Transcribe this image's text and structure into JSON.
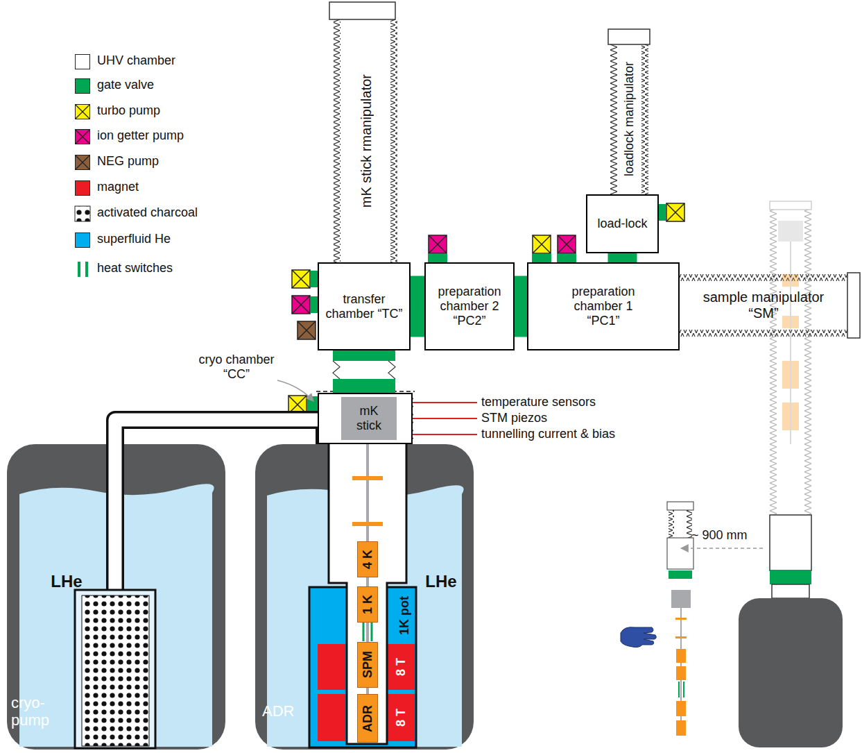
{
  "diagram": {
    "nodes": [
      {
        "text": [
          "mK stick rmanipulator"
        ]
      },
      {
        "text": [
          "loadlock manipulator"
        ]
      },
      {
        "text": [
          "load-lock"
        ]
      },
      {
        "text": [
          "transfer chamber “TC”"
        ]
      },
      {
        "text": [
          "preparation chamber 2 “PC2”"
        ]
      },
      {
        "text": [
          "preparation chamber 1 “PC1”"
        ]
      },
      {
        "text": [
          "sample manipulator “SM”"
        ]
      },
      {
        "text": [
          "cryo chamber “CC”"
        ]
      },
      {
        "text": [
          "mK stick"
        ],
        "in": 7
      },
      {
        "text": [
          "LHe",
          "cryo-pump"
        ]
      },
      {
        "text": [
          "LHe",
          "ADR"
        ]
      },
      {
        "text": [
          "4 K"
        ],
        "in": 10
      },
      {
        "text": [
          "1 K"
        ],
        "in": 10
      },
      {
        "text": [
          "SPM"
        ],
        "in": 10
      },
      {
        "text": [
          "ADR"
        ],
        "in": 10
      },
      {
        "text": [
          "1K pot"
        ],
        "in": 10
      },
      {
        "text": [
          "8 T"
        ],
        "in": 10
      },
      {
        "text": [
          "8 T"
        ],
        "in": 10
      }
    ],
    "edges": [
      {
        "from": 3,
        "to": 4,
        "arrow": "none"
      },
      {
        "from": 4,
        "to": 5,
        "arrow": "none"
      },
      {
        "from": 2,
        "to": 5,
        "arrow": "none"
      },
      {
        "from": 3,
        "to": 7,
        "arrow": "none"
      }
    ],
    "labels": [
      "temperature sensors",
      "STM piezos",
      "tunnelling current & bias",
      "~ 900 mm"
    ],
    "legend": [
      {
        "text": "UHV chamber",
        "color": "#ffffff"
      },
      {
        "text": "gate valve",
        "color": "#00a651"
      },
      {
        "text": "turbo pump",
        "color": "#fff200"
      },
      {
        "text": "ion getter pump",
        "color": "#ec008c"
      },
      {
        "text": "NEG pump",
        "color": "#8b5e3c"
      },
      {
        "text": "magnet",
        "color": "#ed1c24"
      },
      {
        "text": "activated charcoal"
      },
      {
        "text": "superfluid He",
        "color": "#00aeef"
      },
      {
        "text": "heat switches"
      }
    ]
  }
}
